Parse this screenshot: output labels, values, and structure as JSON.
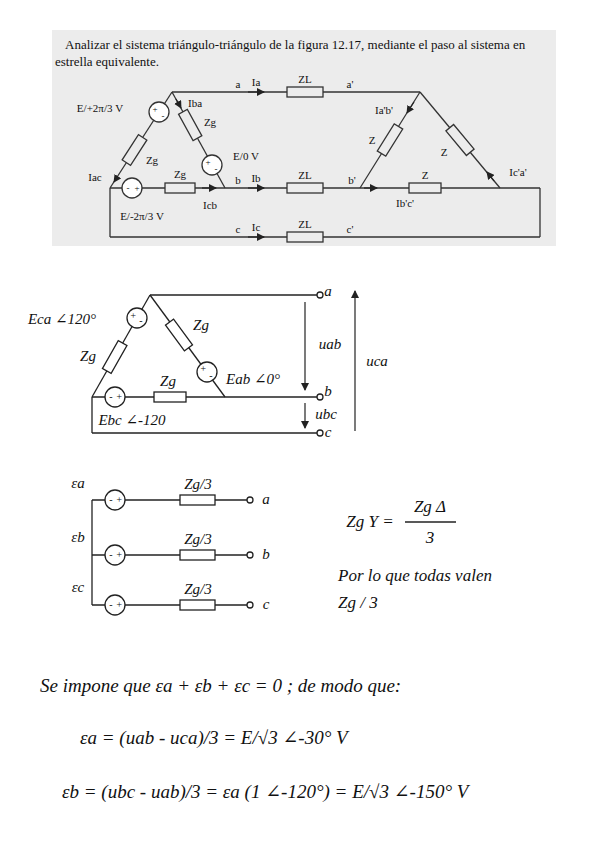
{
  "diagram": {
    "title": "Analizar el sistema triángulo-triángulo de la figura 12.17, mediante el paso al sistema en estrella equivalente.",
    "labels": [
      "E/+2π/3 V",
      "+",
      "-",
      "Zg",
      "Iba",
      "Zg",
      "E/0 V",
      "+",
      "-",
      "Iac",
      "-",
      "+",
      "Zg",
      "Icb",
      "E/-2π/3 V",
      "a",
      "Ia",
      "ZL",
      "a'",
      "b",
      "Ib",
      "ZL",
      "b'",
      "c",
      "Ic",
      "ZL",
      "c'",
      "Ia'b'",
      "Z",
      "Z",
      "Z",
      "Ib'c'",
      "Ic'a'",
      "a",
      "Eca ∠120°",
      "+",
      "-",
      "Zg",
      "Zg",
      "uab",
      "uca",
      "+",
      "-",
      "Eab ∠0°",
      "b",
      "-",
      "+",
      "Zg",
      "ubc",
      "Ebc ∠-120",
      "c",
      "εa",
      "-",
      "+",
      "Zg/3",
      "a",
      "εb",
      "-",
      "+",
      "Zg/3",
      "b",
      "εc",
      "-",
      "+",
      "Zg/3",
      "c",
      "Zg Y =",
      "Zg Δ",
      "3",
      "Por lo que todas valen Zg / 3",
      "Se impone que εa + εb + εc = 0 ; de modo que:",
      "εa = (uab - uca)/3 = E/√3 ∠-30° V",
      "εb = (ubc - uab)/3 = εa (1 ∠-120°) = E/√3 ∠-150° V"
    ]
  }
}
